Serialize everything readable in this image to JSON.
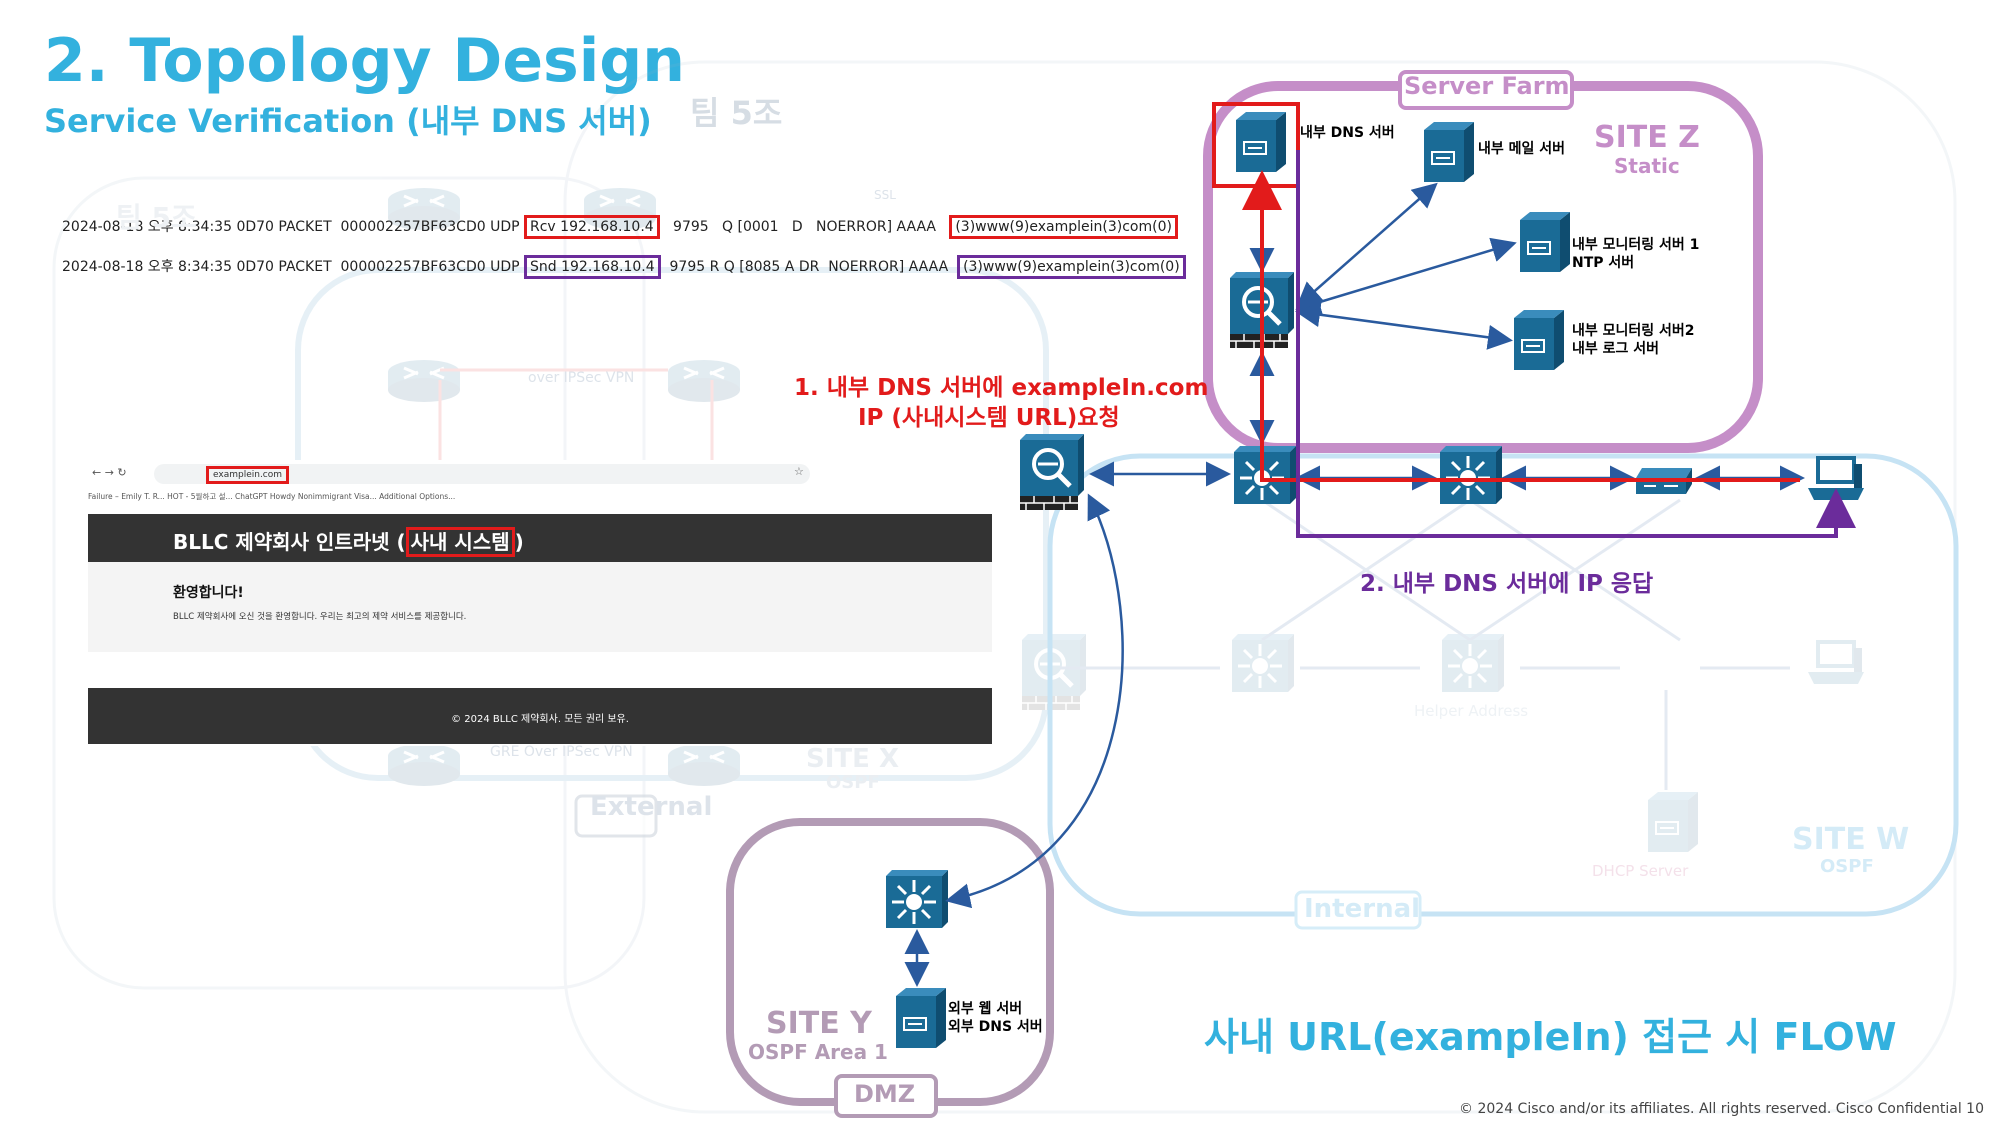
{
  "slide": {
    "title": "2. Topology Design",
    "subtitle": "Service Verification (내부 DNS 서버)",
    "team": "팀 5조",
    "footer": "© 2024  Cisco and/or its affiliates. All rights reserved.   Cisco Confidential    10"
  },
  "log": {
    "line1": {
      "prefix": "2024-08-18 오후 8:34:35 0D70 PACKET  000002257BF63CD0 UDP ",
      "ip": "Rcv 192.168.10.4",
      "mid": "   9795   Q [0001   D   NOERROR] AAAA   ",
      "domain": "(3)www(9)examplein(3)com(0)"
    },
    "line2": {
      "prefix": "2024-08-18 오후 8:34:35 0D70 PACKET  000002257BF63CD0 UDP ",
      "ip": "Snd 192.168.10.4",
      "mid": "  9795 R Q [8085 A DR  NOERROR] AAAA  ",
      "domain": "(3)www(9)examplein(3)com(0)"
    }
  },
  "browser": {
    "url": "examplein.com",
    "bookmarks": "Failure – Emily T. R...    HOT - 5월하고 설...    ChatGPT    Howdy    Nonimmigrant Visa...    Additional Options...",
    "header_title_a": "BLLC 제약회사 인트라넷 (",
    "header_title_b": "사내 시스템",
    "header_title_c": ")",
    "welcome": "환영합니다!",
    "description": "BLLC 제약회사에 오신 것을 환영합니다. 우리는 최고의 제약 서비스를 제공합니다.",
    "footer": "© 2024 BLLC 제약회사. 모든 권리 보유."
  },
  "diagram": {
    "server_farm": "Server Farm",
    "site_z": "SITE Z",
    "site_z_sub": "Static",
    "internal_dns": "내부 DNS 서버",
    "mail_server": "내부 메일 서버",
    "monitor1_a": "내부 모니터링 서버 1",
    "monitor1_b": "NTP 서버",
    "monitor2_a": "내부 모니터링 서버2",
    "monitor2_b": "내부 로그 서버",
    "step1_a": "1. 내부 DNS 서버에 exampleIn.com",
    "step1_b": "IP (사내시스템 URL)요청",
    "step2": "2. 내부 DNS 서버에 IP 응답",
    "site_y": "SITE Y",
    "site_y_sub": "OSPF Area 1",
    "dmz": "DMZ",
    "web_server_a": "외부 웹 서버",
    "web_server_b": "외부 DNS 서버",
    "flow_title": "사내  URL(exampleIn) 접근 시 FLOW",
    "faded_external": "External",
    "faded_internal": "Internal",
    "faded_site_x": "SITE X",
    "faded_site_x_sub": "OSPF",
    "faded_site_w": "SITE W",
    "faded_site_w_sub": "OSPF",
    "faded_helper": "Helper Address",
    "faded_dhcp": "DHCP Server",
    "faded_ssl": "SSL",
    "faded_ipsec": "over IPSec VPN",
    "faded_gre": "GRE Over IPSec VPN",
    "faded_site_top": "팀 5조"
  },
  "colors": {
    "title": "#33b1de",
    "red": "#e21b1b",
    "purple": "#6b2c9b",
    "server_farm_border": "#c58ec8",
    "dmz_border": "#b39bb5",
    "device_blue": "#1a6b96"
  }
}
